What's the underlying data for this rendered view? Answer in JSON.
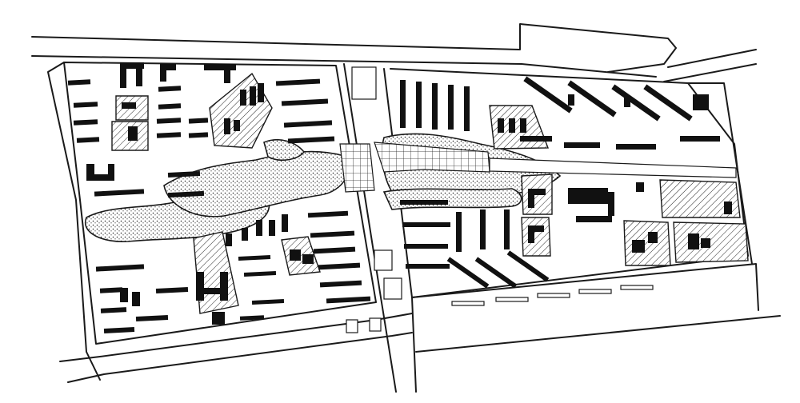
{
  "map": {
    "colors": {
      "ink": "#111111",
      "paper": "#ffffff"
    },
    "feature_types": [
      "road",
      "residential-block",
      "hatched-public-building-site",
      "dotted-green-park-strip",
      "gridded-plaza",
      "footpath"
    ],
    "districts": [
      {
        "name": "west-district",
        "building_rows": 34,
        "hatched_sites": 4
      },
      {
        "name": "central-park-strip",
        "building_rows": 0,
        "hatched_sites": 0
      },
      {
        "name": "east-district",
        "building_rows": 30,
        "hatched_sites": 5
      }
    ]
  }
}
